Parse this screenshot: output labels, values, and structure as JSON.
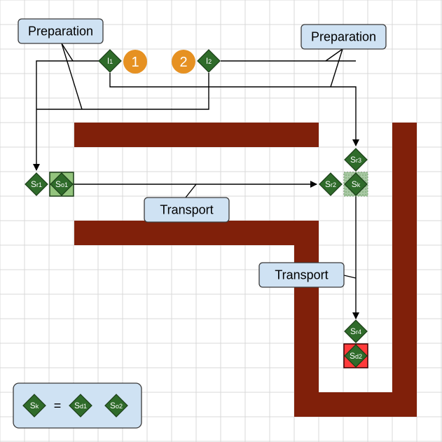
{
  "colors": {
    "wall": "#80200a",
    "node_fill": "#2f6b2a",
    "node_stroke": "#1a3d17",
    "callout_fill": "#cfe2f3",
    "callout_stroke": "#3a3a3a",
    "circle_fill": "#e69122",
    "highlight_green": "#93c47d",
    "highlight_red": "#ff3b3b",
    "grid": "#d9d9d9",
    "line": "#000000"
  },
  "callouts": {
    "prep_left": "Preparation",
    "prep_right": "Preparation",
    "transport_mid": "Transport",
    "transport_right": "Transport"
  },
  "circles": {
    "one": "1",
    "two": "2"
  },
  "nodes": {
    "i1": {
      "main": "I",
      "sub": "1"
    },
    "i2": {
      "main": "I",
      "sub": "2"
    },
    "sr1": {
      "main": "S",
      "sub": "r1"
    },
    "so1": {
      "main": "S",
      "sub": "o1"
    },
    "sr2": {
      "main": "S",
      "sub": "r2"
    },
    "sk": {
      "main": "S",
      "sub": "k"
    },
    "sr3": {
      "main": "S",
      "sub": "r3"
    },
    "sr4": {
      "main": "S",
      "sub": "r4"
    },
    "sd2": {
      "main": "S",
      "sub": "d2"
    }
  },
  "legend": {
    "sk": {
      "main": "S",
      "sub": "k"
    },
    "equals": "=",
    "sd1": {
      "main": "S",
      "sub": "d1"
    },
    "so2": {
      "main": "S",
      "sub": "o2"
    }
  }
}
